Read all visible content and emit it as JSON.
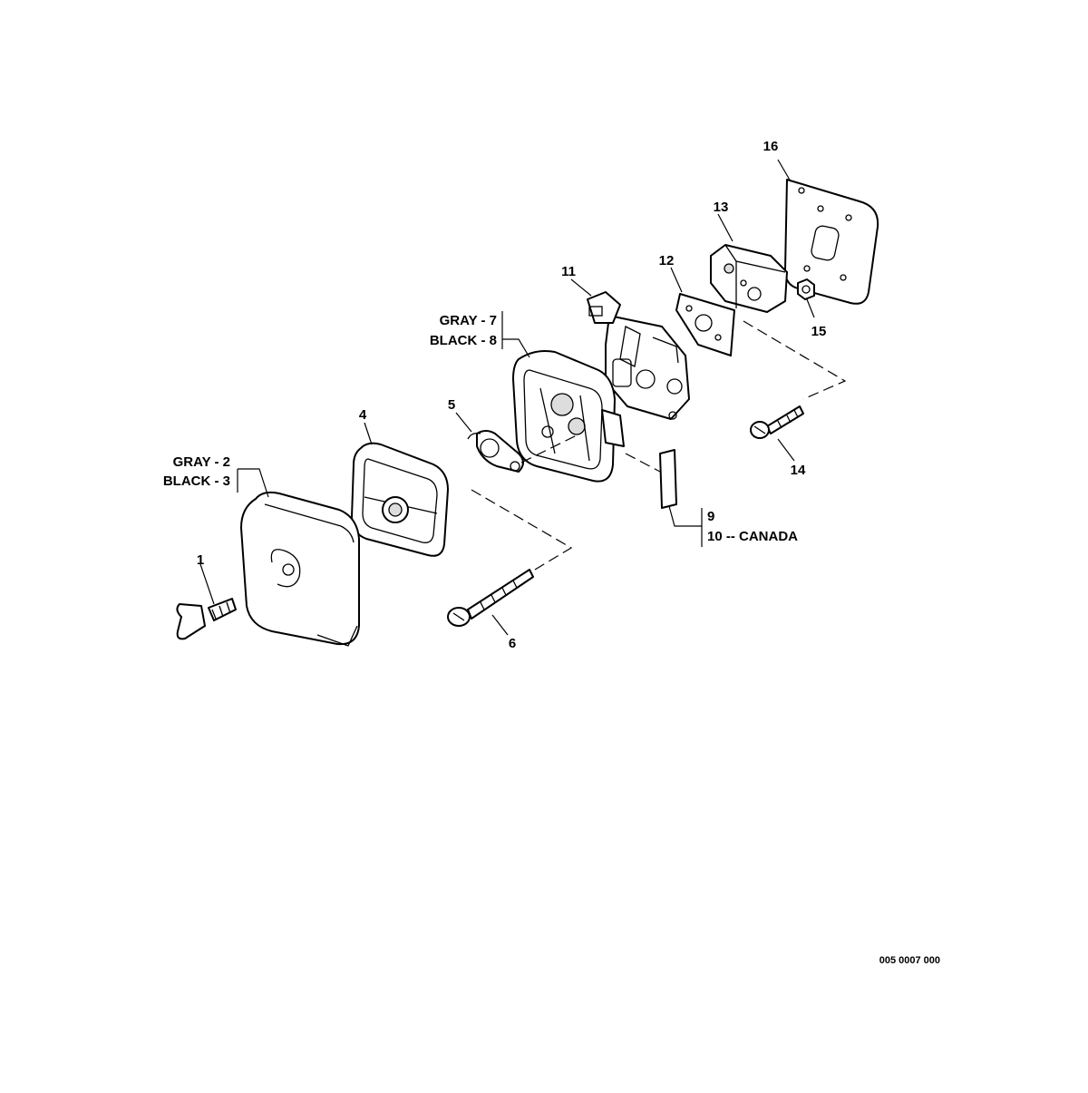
{
  "callouts": {
    "c1": "1",
    "c4": "4",
    "c5": "5",
    "c6": "6",
    "c11": "11",
    "c12": "12",
    "c13": "13",
    "c14": "14",
    "c15": "15",
    "c16": "16"
  },
  "groups": {
    "cover": {
      "line1": "GRAY - 2",
      "line2": "BLACK - 3"
    },
    "case": {
      "line1": "GRAY - 7",
      "line2": "BLACK - 8"
    },
    "label": {
      "line1": "9",
      "line2": "10 -- CANADA"
    }
  },
  "drawing_number": "005 0007 000"
}
